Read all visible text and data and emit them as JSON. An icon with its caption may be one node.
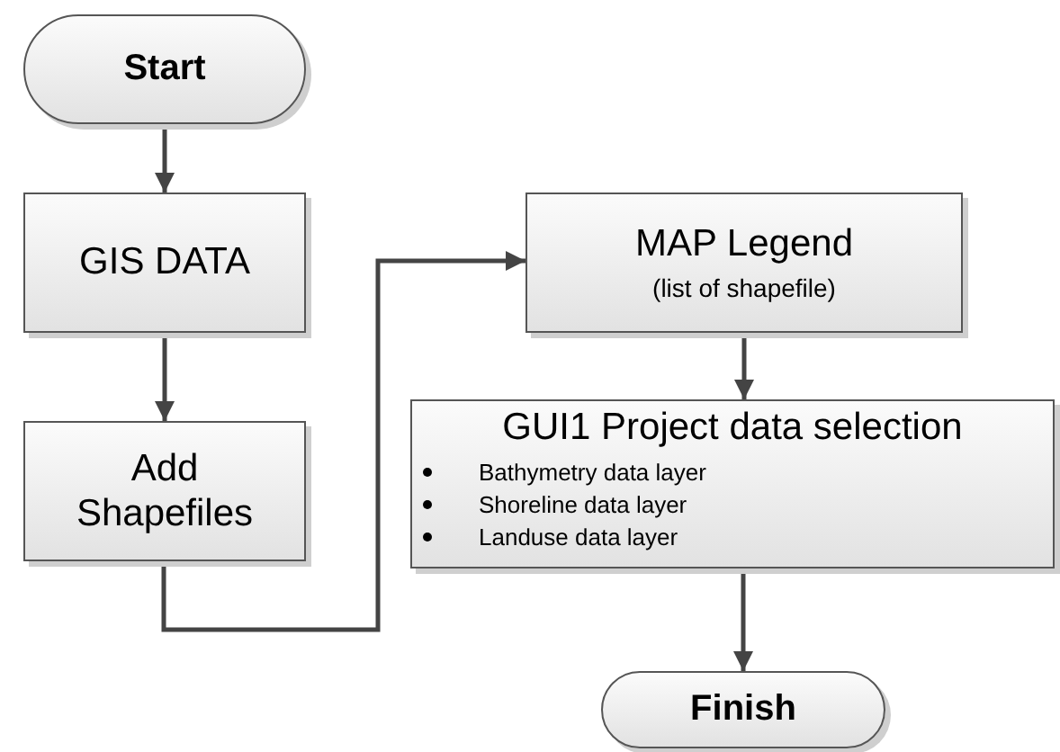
{
  "diagram": {
    "nodes": [
      {
        "text": [
          "Start"
        ]
      },
      {
        "text": [
          "GIS DATA"
        ]
      },
      {
        "text": [
          "Add Shapefiles"
        ]
      },
      {
        "text": [
          "MAP Legend",
          "(list of shapefile)"
        ]
      },
      {
        "text": [
          "GUI1 Project data selection",
          "Bathymetry data layer",
          "Shoreline data layer",
          "Landuse data layer"
        ]
      },
      {
        "text": [
          "Finish"
        ]
      }
    ],
    "edges": [
      {
        "from": 0,
        "to": 1,
        "arrow": "to"
      },
      {
        "from": 1,
        "to": 2,
        "arrow": "to"
      },
      {
        "from": 2,
        "to": 3,
        "arrow": "to"
      },
      {
        "from": 3,
        "to": 4,
        "arrow": "to"
      },
      {
        "from": 4,
        "to": 5,
        "arrow": "to"
      }
    ]
  }
}
